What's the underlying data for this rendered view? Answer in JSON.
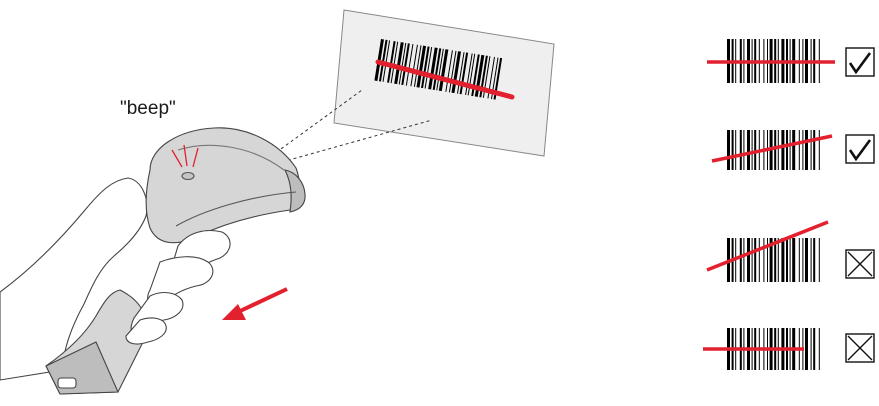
{
  "annotation": {
    "beep": "\"beep\""
  },
  "colors": {
    "laser": "#e2202e",
    "device_fill": "#d6d6d6",
    "device_dark": "#bdbdbd",
    "outline": "#444444",
    "bars": "#000000"
  },
  "icons": {
    "examples": [
      {
        "line": "level-full-cross",
        "result": "check-icon"
      },
      {
        "line": "slight-angle-full-cross",
        "result": "check-icon"
      },
      {
        "line": "steep-angle-partial",
        "result": "x-icon"
      },
      {
        "line": "level-partial",
        "result": "x-icon"
      }
    ],
    "motion": "arrow-left-down-icon"
  }
}
